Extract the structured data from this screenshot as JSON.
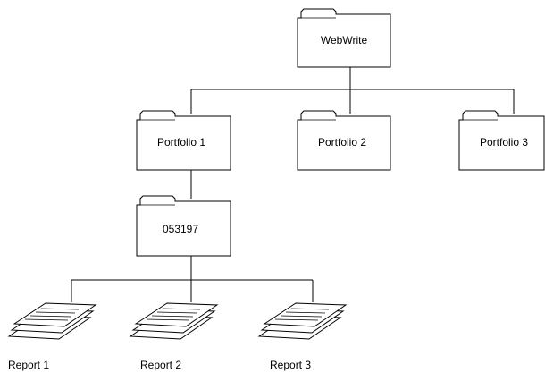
{
  "root": {
    "label": "WebWrite"
  },
  "portfolios": [
    {
      "label": "Portfolio 1"
    },
    {
      "label": "Portfolio 2"
    },
    {
      "label": "Portfolio 3"
    }
  ],
  "subfolder": {
    "label": "053197"
  },
  "reports": [
    {
      "label": "Report 1"
    },
    {
      "label": "Report 2"
    },
    {
      "label": "Report 3"
    }
  ],
  "icons": {
    "folder": "folder-icon",
    "document_stack": "document-stack-icon"
  }
}
